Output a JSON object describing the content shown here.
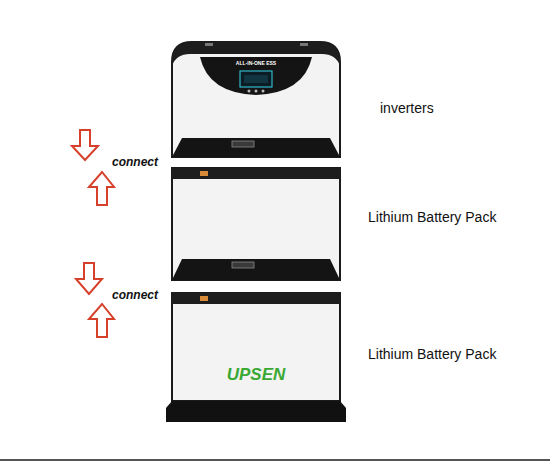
{
  "diagram": {
    "nodes": [
      {
        "text": [
          "ALL-IN-ONE ESS",
          "inverters"
        ]
      },
      {
        "text": [
          "Lithium Battery Pack"
        ]
      },
      {
        "text": [
          "UPSEN",
          "Lithium Battery Pack"
        ]
      }
    ],
    "labels": [
      "connect",
      "connect"
    ]
  }
}
